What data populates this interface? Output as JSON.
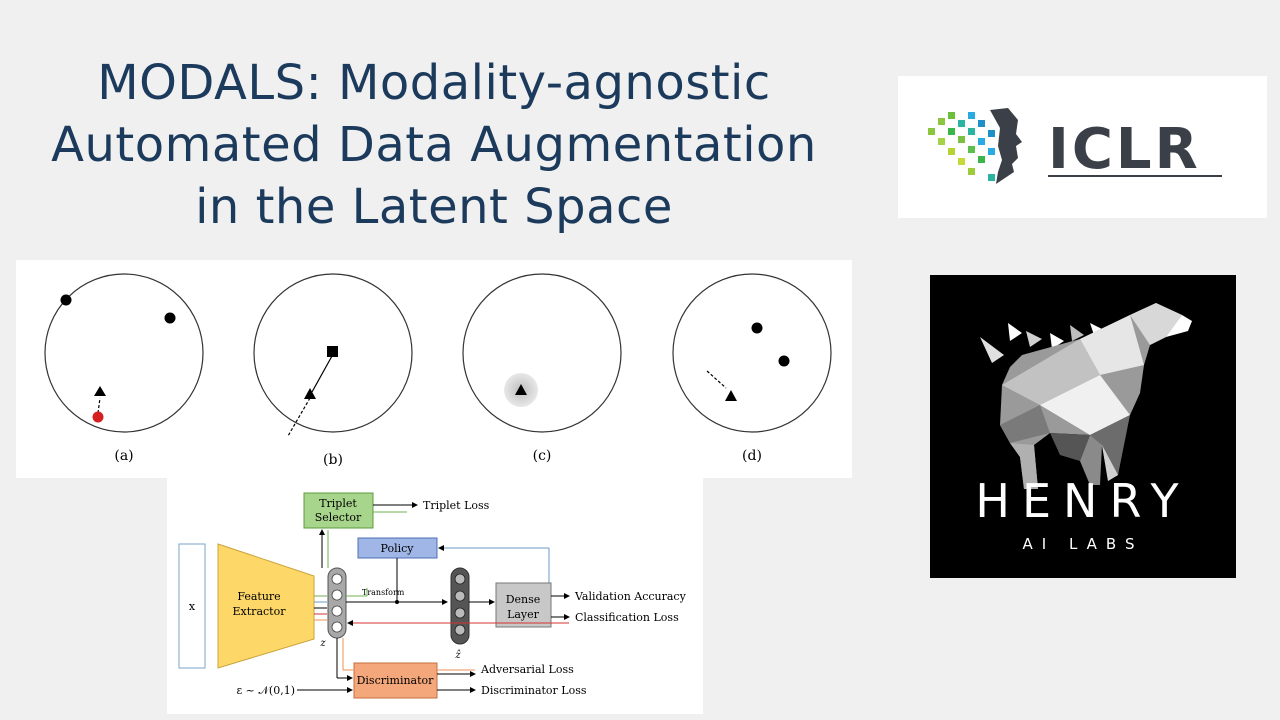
{
  "slide": {
    "title_lines": [
      "MODALS: Modality-agnostic",
      "Automated Data Augmentation",
      "in the Latent Space"
    ]
  },
  "figure_top": {
    "captions": [
      "(a)",
      "(b)",
      "(c)",
      "(d)"
    ],
    "colors": {
      "circle": "#333333",
      "point": "#000000",
      "red_point": "#d42020"
    }
  },
  "figure_bottom": {
    "input_label": "x",
    "feature_extractor": [
      "Feature",
      "Extractor"
    ],
    "triplet_selector": [
      "Triplet",
      "Selector"
    ],
    "triplet_loss": "Triplet Loss",
    "policy": "Policy",
    "transform": "Transform",
    "dense_layer": [
      "Dense",
      "Layer"
    ],
    "validation_accuracy": "Validation Accuracy",
    "classification_loss": "Classification Loss",
    "z_label": "z",
    "zhat_label": "ẑ",
    "discriminator": "Discriminator",
    "adversarial_loss": "Adversarial Loss",
    "discriminator_loss": "Discriminator Loss",
    "noise_label": "ε ~ 𝒩(0,1)",
    "colors": {
      "feature_extractor": "#fdd868",
      "triplet_selector": "#a8d58c",
      "policy": "#9fb6e6",
      "dense_layer": "#c8c8c8",
      "discriminator": "#f4a77a",
      "green_line": "#70b050",
      "blue_line": "#6b9bc8",
      "red_line": "#d43030",
      "orange_line": "#e89050"
    }
  },
  "iclr_logo": {
    "text": "ICLR",
    "text_color": "#3a3f48"
  },
  "henry_logo": {
    "name": "HENRY",
    "subtitle": "AI LABS"
  }
}
